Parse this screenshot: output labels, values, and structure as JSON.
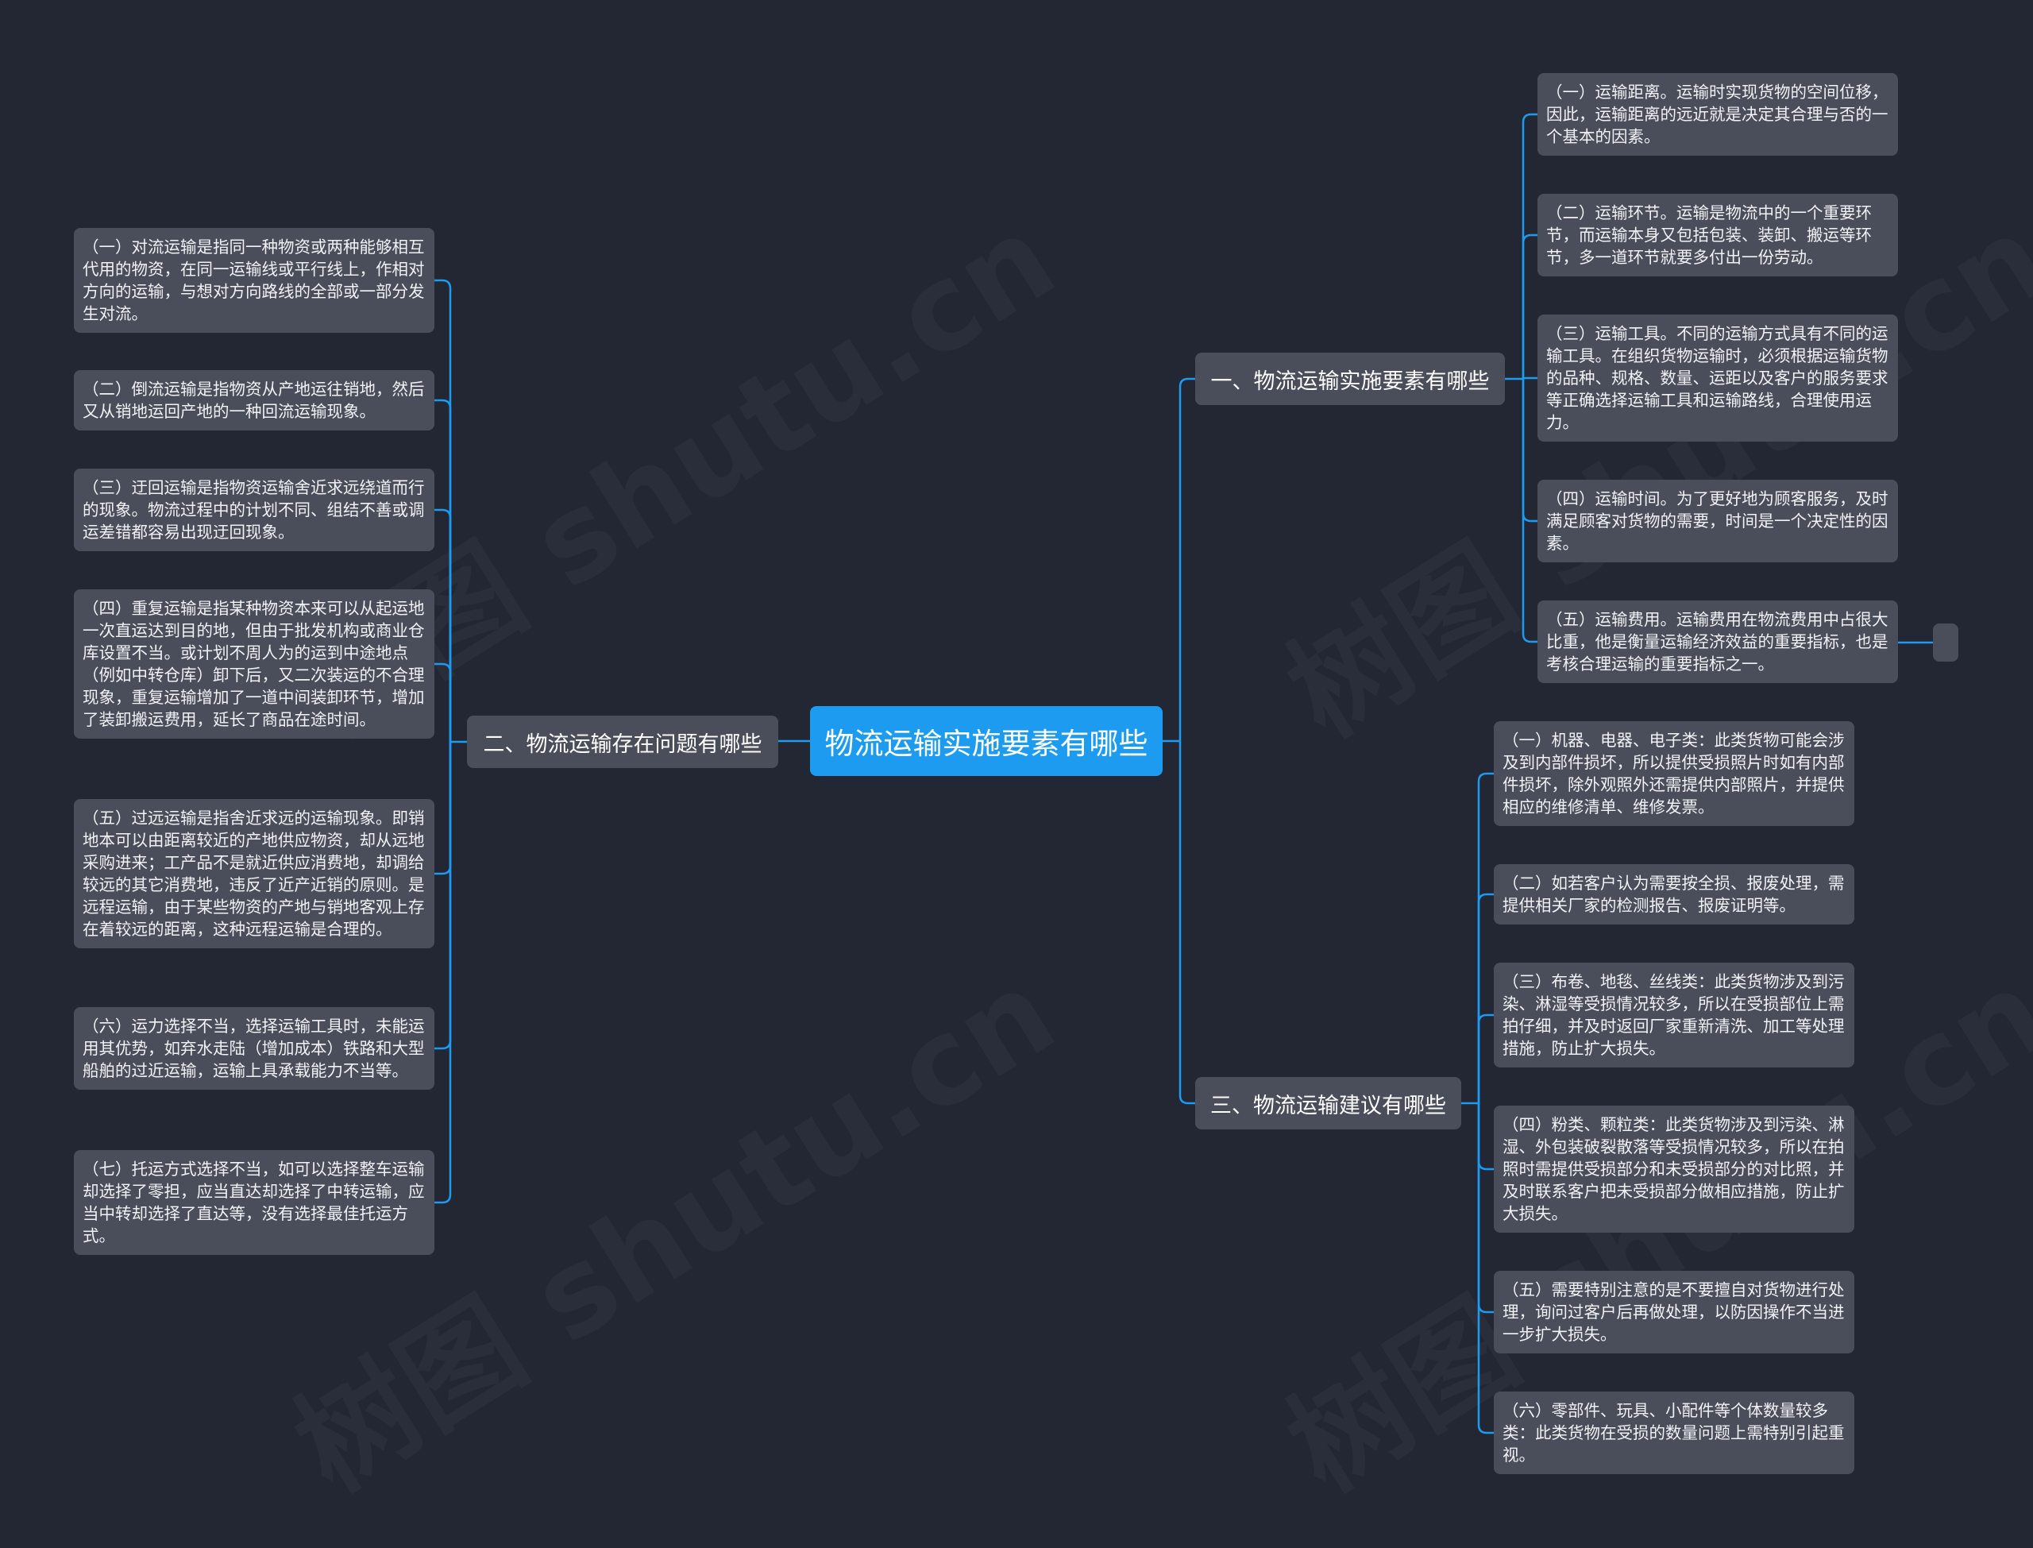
{
  "root": {
    "label": "物流运输实施要素有哪些"
  },
  "branches": [
    {
      "label": "一、物流运输实施要素有哪些",
      "items": [
        "（一）运输距离。运输时实现货物的空间位移，因此，运输距离的远近就是决定其合理与否的一个基本的因素。",
        "（二）运输环节。运输是物流中的一个重要环节，而运输本身又包括包装、装卸、搬运等环节，多一道环节就要多付出一份劳动。",
        "（三）运输工具。不同的运输方式具有不同的运输工具。在组织货物运输时，必须根据运输货物的品种、规格、数量、运距以及客户的服务要求等正确选择运输工具和运输路线，合理使用运力。",
        "（四）运输时间。为了更好地为顾客服务，及时满足顾客对货物的需要，时间是一个决定性的因素。",
        "（五）运输费用。运输费用在物流费用中占很大比重，他是衡量运输经济效益的重要指标，也是考核合理运输的重要指标之一。"
      ]
    },
    {
      "label": "二、物流运输存在问题有哪些",
      "items": [
        "（一）对流运输是指同一种物资或两种能够相互代用的物资，在同一运输线或平行线上，作相对方向的运输，与想对方向路线的全部或一部分发生对流。",
        "（二）倒流运输是指物资从产地运往销地，然后又从销地运回产地的一种回流运输现象。",
        "（三）迂回运输是指物资运输舍近求远绕道而行的现象。物流过程中的计划不同、组结不善或调运差错都容易出现迂回现象。",
        "（四）重复运输是指某种物资本来可以从起运地一次直运达到目的地，但由于批发机构或商业仓库设置不当。或计划不周人为的运到中途地点（例如中转仓库）卸下后，又二次装运的不合理现象，重复运输增加了一道中间装卸环节，增加了装卸搬运费用，延长了商品在途时间。",
        "（五）过远运输是指舍近求远的运输现象。即销地本可以由距离较近的产地供应物资，却从远地采购进来；工产品不是就近供应消费地，却调给较远的其它消费地，违反了近产近销的原则。是远程运输，由于某些物资的产地与销地客观上存在着较远的距离，这种远程运输是合理的。",
        "（六）运力选择不当，选择运输工具时，未能运用其优势，如弃水走陆（增加成本）铁路和大型船舶的过近运输，运输上具承载能力不当等。",
        "（七）托运方式选择不当，如可以选择整车运输却选择了零担，应当直达却选择了中转运输，应当中转却选择了直达等，没有选择最佳托运方式。"
      ]
    },
    {
      "label": "三、物流运输建议有哪些",
      "items": [
        "（一）机器、电器、电子类：此类货物可能会涉及到内部件损坏，所以提供受损照片时如有内部件损坏，除外观照外还需提供内部照片，并提供相应的维修清单、维修发票。",
        "（二）如若客户认为需要按全损、报废处理，需提供相关厂家的检测报告、报废证明等。",
        "（三）布卷、地毯、丝线类：此类货物涉及到污染、淋湿等受损情况较多，所以在受损部位上需拍仔细，并及时返回厂家重新清洗、加工等处理措施，防止扩大损失。",
        "（四）粉类、颗粒类：此类货物涉及到污染、淋湿、外包装破裂散落等受损情况较多，所以在拍照时需提供受损部分和未受损部分的对比照，并及时联系客户把未受损部分做相应措施，防止扩大损失。",
        "（五）需要特别注意的是不要擅自对货物进行处理，询问过客户后再做处理，以防因操作不当进一步扩大损失。",
        "（六）零部件、玩具、小配件等个体数量较多类：此类货物在受损的数量问题上需特别引起重视。"
      ]
    }
  ],
  "colors": {
    "background": "#222733",
    "root": "#1d9bf0",
    "node": "#4a4e5a",
    "connector": "#1d9bf0"
  }
}
